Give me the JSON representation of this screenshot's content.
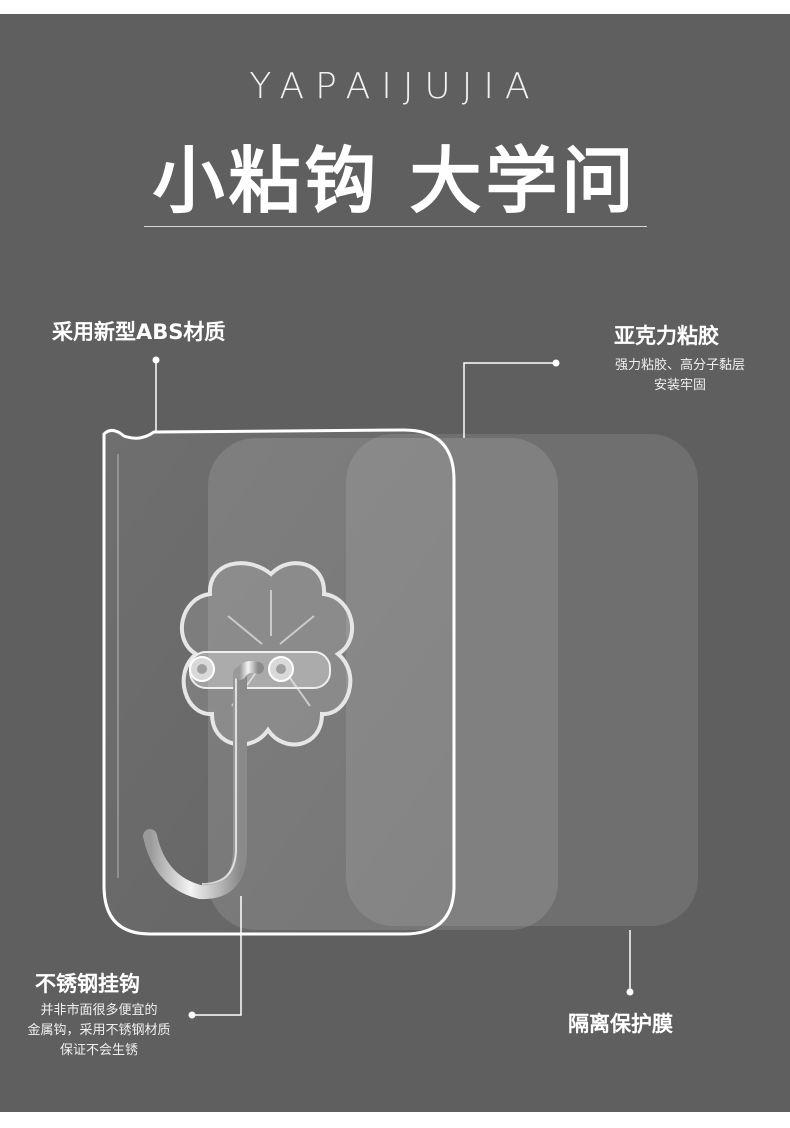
{
  "header": {
    "brand": "YAPAIJUJIA",
    "headline": "小粘钩 大学问"
  },
  "callouts": {
    "abs_material": {
      "title": "采用新型ABS材质"
    },
    "acrylic_glue": {
      "title": "亚克力粘胶",
      "note_line1": "强力粘胶、高分子黏层",
      "note_line2": "安装牢固"
    },
    "steel_hook": {
      "title": "不锈钢挂钩",
      "note_line1": "并非市面很多便宜的",
      "note_line2": "金属钩，采用不锈钢材质",
      "note_line3": "保证不会生锈"
    },
    "release_film": {
      "title": "隔离保护膜"
    }
  },
  "colors": {
    "background": "#5f5f5f",
    "text": "#ffffff",
    "leader_line": "#ffffff"
  }
}
